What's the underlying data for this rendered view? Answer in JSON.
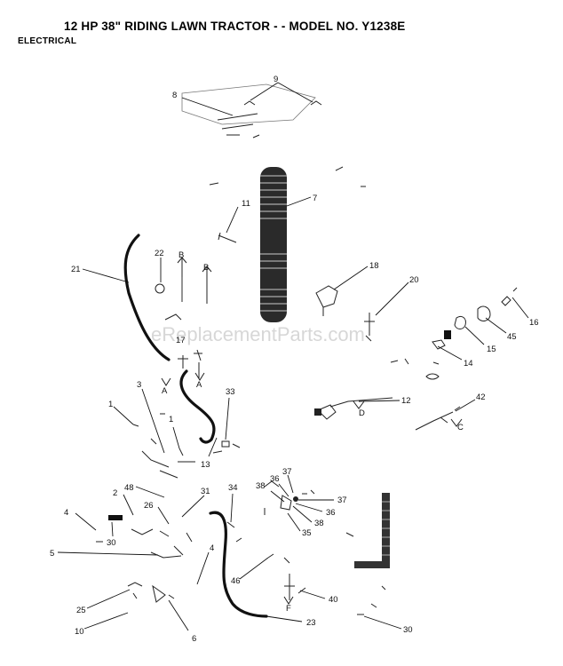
{
  "header": {
    "title": "12 HP 38\" RIDING LAWN TRACTOR - - MODEL NO. Y1238E",
    "section": "ELECTRICAL"
  },
  "watermark": "eReplacementParts.com",
  "callouts": {
    "c9": "9",
    "c8": "8",
    "c7": "7",
    "c11": "11",
    "c21": "21",
    "c22": "22",
    "cB1": "B",
    "cB2": "B",
    "c17": "17",
    "cA1": "A",
    "cA2": "A",
    "c18": "18",
    "c20": "20",
    "c16": "16",
    "c45": "45",
    "c15": "15",
    "c14": "14",
    "c12": "12",
    "cD": "D",
    "c42": "42",
    "cC": "C",
    "c3": "3",
    "c1a": "1",
    "c1b": "1",
    "c33": "33",
    "c13": "13",
    "c37a": "37",
    "c36a": "36",
    "c38a": "38",
    "c37b": "37",
    "c36b": "36",
    "c38b": "38",
    "c35": "35",
    "c48": "48",
    "c31": "31",
    "c34": "34",
    "c2": "2",
    "c26": "26",
    "c4a": "4",
    "c30a": "30",
    "c5": "5",
    "c4b": "4",
    "c46": "46",
    "c40": "40",
    "cF": "F",
    "c25": "25",
    "c10": "10",
    "c23": "23",
    "c6": "6",
    "c30b": "30"
  }
}
